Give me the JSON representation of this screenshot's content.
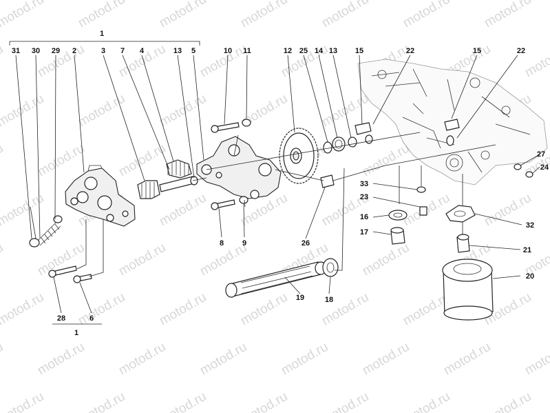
{
  "watermark": "motod.ru",
  "callouts": {
    "c1_top": "1",
    "c1_bottom": "1",
    "c31": "31",
    "c30": "30",
    "c29": "29",
    "c2": "2",
    "c3": "3",
    "c7": "7",
    "c4": "4",
    "c13a": "13",
    "c5": "5",
    "c10": "10",
    "c11": "11",
    "c12": "12",
    "c25": "25",
    "c14": "14",
    "c13b": "13",
    "c15a": "15",
    "c22a": "22",
    "c15b": "15",
    "c22b": "22",
    "c27": "27",
    "c24": "24",
    "c33": "33",
    "c23": "23",
    "c16": "16",
    "c17": "17",
    "c32": "32",
    "c21": "21",
    "c20": "20",
    "c8": "8",
    "c9": "9",
    "c26": "26",
    "c19": "19",
    "c18": "18",
    "c28": "28",
    "c6": "6"
  },
  "icons": {
    "pump_housing": "oil-pump-housing-icon",
    "gear_wheel": "drive-gear-icon",
    "oil_filter": "oil-filter-icon",
    "strainer": "oil-strainer-icon",
    "engine_block": "engine-block-icon"
  }
}
